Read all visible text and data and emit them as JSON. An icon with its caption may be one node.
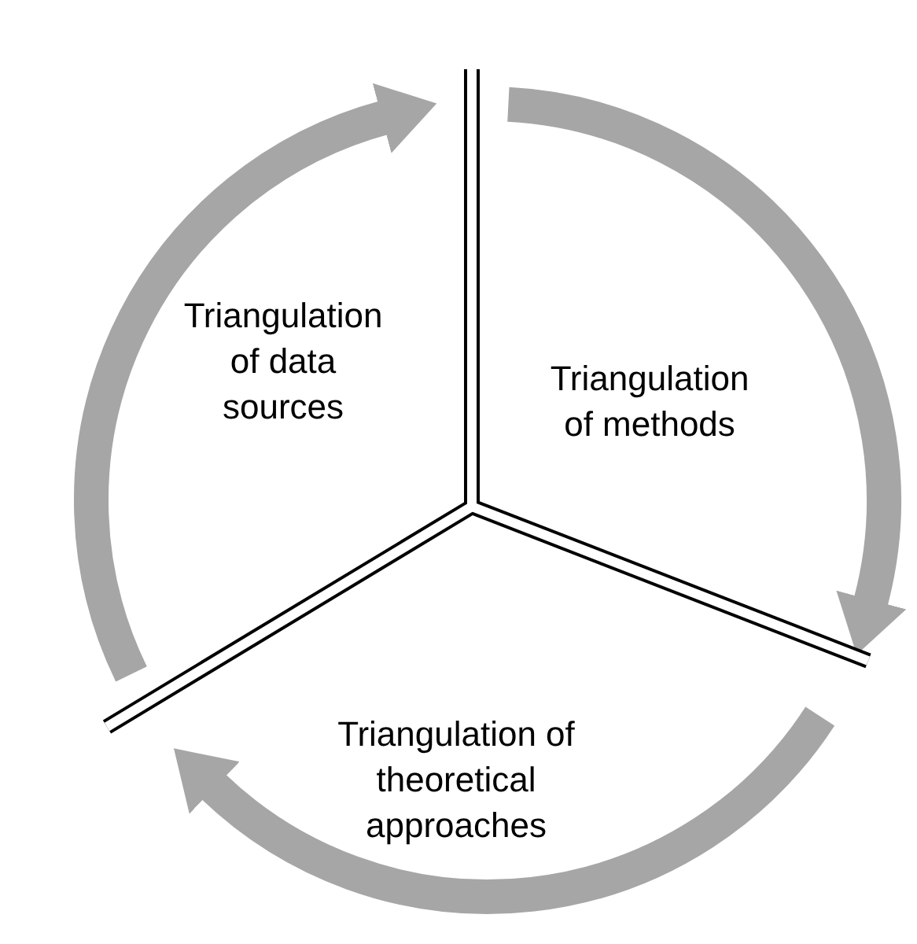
{
  "diagram": {
    "nodes": [
      {
        "text": [
          "Triangulation of data sources"
        ]
      },
      {
        "text": [
          "Triangulation of methods"
        ]
      },
      {
        "text": [
          "Triangulation of theoretical approaches"
        ]
      }
    ]
  }
}
